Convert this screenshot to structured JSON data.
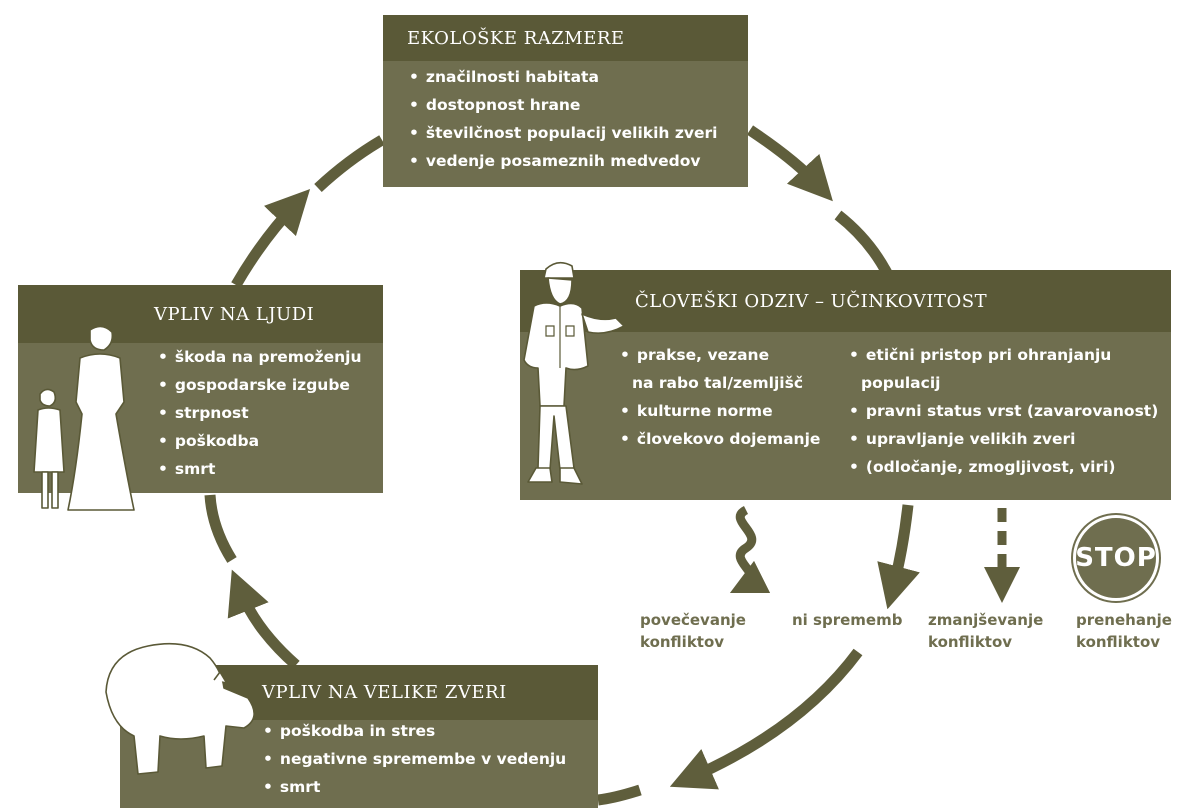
{
  "ecological": {
    "title": "EKOLOŠKE RAZMERE",
    "items": [
      "značilnosti habitata",
      "dostopnost hrane",
      "številčnost populacij velikih zveri",
      "vedenje posameznih medvedov"
    ]
  },
  "human_response": {
    "title": "ČLOVEŠKI ODZIV – UČINKOVITOST",
    "left_items": [
      "prakse, vezane",
      "na rabo tal/zemljišč",
      "kulturne norme",
      "človekovo dojemanje"
    ],
    "right_items": [
      "etični pristop pri ohranjanju",
      "populacij",
      "pravni status vrst (zavarovanost)",
      "upravljanje velikih zveri",
      "(odločanje, zmogljivost, viri)"
    ]
  },
  "people_impact": {
    "title": "VPLIV NA LJUDI",
    "items": [
      "škoda na premoženju",
      "gospodarske izgube",
      "strpnost",
      "poškodba",
      "smrt"
    ]
  },
  "carnivore_impact": {
    "title": "VPLIV NA VELIKE ZVERI",
    "items": [
      "poškodba in stres",
      "negativne spremembe v vedenju",
      "smrt"
    ]
  },
  "outcomes": {
    "increase": [
      "povečevanje",
      "konfliktov"
    ],
    "no_change": [
      "ni sprememb"
    ],
    "decrease": [
      "zmanjševanje",
      "konfliktov"
    ],
    "stop": [
      "prenehanje",
      "konfliktov"
    ],
    "stop_sign": "STOP"
  },
  "colors": {
    "box": "#6f6e4f",
    "header": "#5a5937",
    "arrow": "#5f5e3c"
  }
}
